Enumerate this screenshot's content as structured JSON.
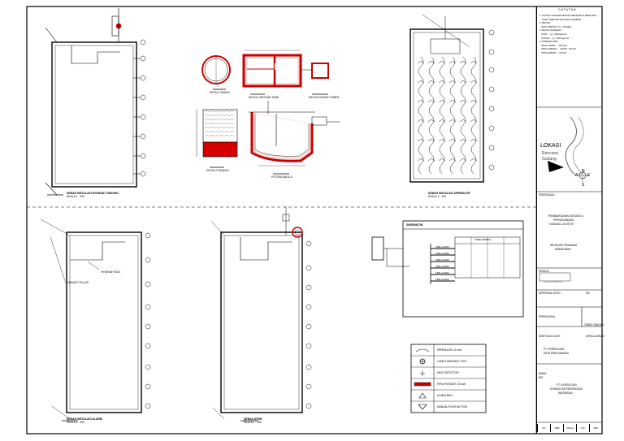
{
  "notes": {
    "header": "C A T A T A N",
    "lines": [
      "1. ACUAN STANDAR BAHAN MENGIKUTI RENCANA",
      "   YANG TERCANTUM PADA GAMBAR",
      "2. BETON",
      "   MUTU BETON  f'c = 25 MPa",
      "3. BAJA TULANGAN",
      "   ULIR  :  fy = 400 kg/cm2",
      "   POLOS :  fy = 240 kg/cm2",
      "4. DIMENSI PIPA",
      "   PIPA UTAMA   :  DN 100",
      "   PIPA CABANG  :  DN 50 - DN 25",
      "   PIPA HIDRAN  :  DN 65"
    ]
  },
  "location": {
    "title": "LOKASI",
    "sub1": "Rencana",
    "sub2": "Gudang",
    "compass": {
      "n": "N",
      "w": "W",
      "e": "E",
      "s": "S"
    }
  },
  "titleblock": {
    "job_label": "PEKERJAAN :",
    "job_1": "PEMBANGUNAN GEDUNG &",
    "job_2": "PERGUDANGAN",
    "job_3": "\"GUDANG LOGISTIK\"",
    "drawing_1": "INSTALASI PEMADAM",
    "drawing_2": "KEBAKARAN",
    "owner_label": "PEMILIK :",
    "owner_box": "DINAS TERKAIT",
    "checked_label": "DIPERIKSA OLEH :",
    "checked_no": "NO",
    "designer_label": "PERENCANA",
    "designer_sig": "TANDA TANGAN",
    "approval_label": "DISETUJUI OLEH :",
    "approval_sub": "KEPALA DINAS",
    "approval_name": "PT. PERENCANA",
    "approval_name2": "DATA PERUSAHAAN",
    "name_label": "NAMA :",
    "nip_label": "NIP :",
    "company_1": "PT. KONSULTAN",
    "company_2": "KONSULTAN PERENCANA",
    "company_3": "INDONESIA",
    "foot": [
      "NO",
      "GBR",
      "SKALA",
      "TGL",
      "REV"
    ]
  },
  "drawings": {
    "title_tl": "DENAH INSTALASI HYDRANT GEDUNG",
    "scale_tl": "SKALA 1 : 200",
    "title_tr": "DENAH INSTALASI SPRINKLER",
    "scale_tr": "SKALA 1 : 200",
    "title_bl": "DENAH INSTALASI ALARM",
    "scale_bl": "SKALA 1 : 200",
    "title_bm": "DENAH APAR",
    "scale_bm": "SKALA 1 : 200",
    "label_box": "HYDRANT BOX",
    "label_pillar": "HYDRANT PILLAR",
    "detail_a": "DETAIL GROUND TANK",
    "detail_b": "DETAIL RUANG POMPA",
    "detail_c": "POTONGAN A-A",
    "detail_d": "DETAIL PONDASI",
    "detail_e": "DETAIL TANGKI"
  },
  "schematic": {
    "title": "SKEMATIK",
    "feeders": [
      "FIRE ALARM",
      "FIRE ALARM",
      "FIRE ALARM",
      "FIRE ALARM",
      "FIRE ALARM",
      "FIRE ALARM"
    ],
    "table_head": "TABEL BEBAN"
  },
  "legend": [
    {
      "label": "SPRINKLER 1/2 inch"
    },
    {
      "label": "LAMPU DARURAT / EXIT"
    },
    {
      "label": "HEAT DETECTOR"
    },
    {
      "label": "PIPA HYDRANT 2,5 inch"
    },
    {
      "label": "ALARM BELL"
    },
    {
      "label": "MANUAL PUSH BUTTON"
    }
  ]
}
